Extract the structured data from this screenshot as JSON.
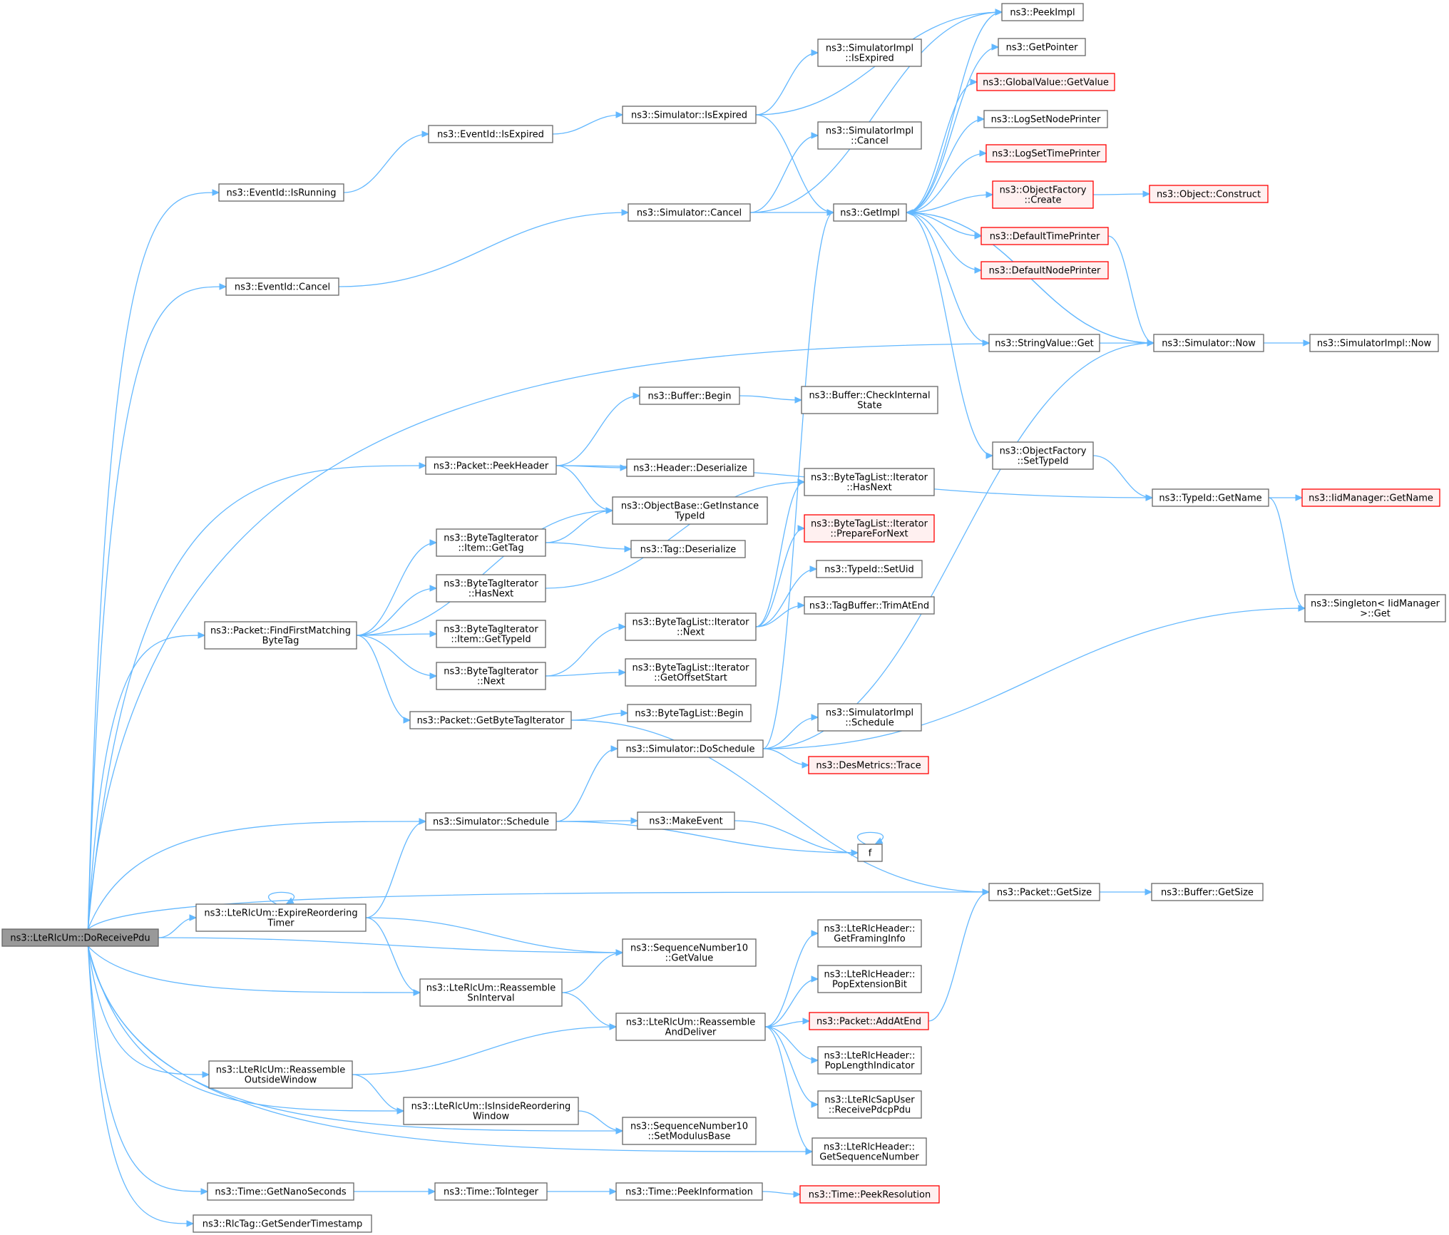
{
  "diagram": {
    "type": "call-graph",
    "colors": {
      "edge": "#63b8ff",
      "node_border": "#666666",
      "root_fill": "#999999",
      "warning_border": "#ff0000",
      "warning_fill": "#fff0f0"
    },
    "nodes": [
      {
        "id": "root",
        "lines": [
          "ns3::LteRlcUm::DoReceivePdu"
        ],
        "style": "root"
      },
      {
        "id": "evIsRunning",
        "lines": [
          "ns3::EventId::IsRunning"
        ]
      },
      {
        "id": "evIsExpired",
        "lines": [
          "ns3::EventId::IsExpired"
        ]
      },
      {
        "id": "simIsExpired",
        "lines": [
          "ns3::Simulator::IsExpired"
        ]
      },
      {
        "id": "simImplIsExpired",
        "lines": [
          "ns3::SimulatorImpl",
          "::IsExpired"
        ]
      },
      {
        "id": "peekImpl",
        "lines": [
          "ns3::PeekImpl"
        ]
      },
      {
        "id": "getPointer",
        "lines": [
          "ns3::GetPointer"
        ]
      },
      {
        "id": "gvGetValue",
        "lines": [
          "ns3::GlobalValue::GetValue"
        ],
        "style": "red"
      },
      {
        "id": "logNode",
        "lines": [
          "ns3::LogSetNodePrinter"
        ]
      },
      {
        "id": "logTime",
        "lines": [
          "ns3::LogSetTimePrinter"
        ],
        "style": "red"
      },
      {
        "id": "ofCreate",
        "lines": [
          "ns3::ObjectFactory",
          "::Create"
        ],
        "style": "red"
      },
      {
        "id": "objConstruct",
        "lines": [
          "ns3::Object::Construct"
        ],
        "style": "red"
      },
      {
        "id": "getImpl",
        "lines": [
          "ns3::GetImpl"
        ]
      },
      {
        "id": "simImplCancel",
        "lines": [
          "ns3::SimulatorImpl",
          "::Cancel"
        ]
      },
      {
        "id": "simCancel",
        "lines": [
          "ns3::Simulator::Cancel"
        ]
      },
      {
        "id": "evCancel",
        "lines": [
          "ns3::EventId::Cancel"
        ]
      },
      {
        "id": "defTime",
        "lines": [
          "ns3::DefaultTimePrinter"
        ],
        "style": "red"
      },
      {
        "id": "defNode",
        "lines": [
          "ns3::DefaultNodePrinter"
        ],
        "style": "red"
      },
      {
        "id": "strGet",
        "lines": [
          "ns3::StringValue::Get"
        ]
      },
      {
        "id": "simNow",
        "lines": [
          "ns3::Simulator::Now"
        ]
      },
      {
        "id": "simImplNow",
        "lines": [
          "ns3::SimulatorImpl::Now"
        ]
      },
      {
        "id": "bufBegin",
        "lines": [
          "ns3::Buffer::Begin"
        ]
      },
      {
        "id": "bufCheck",
        "lines": [
          "ns3::Buffer::CheckInternal",
          "State"
        ]
      },
      {
        "id": "pktPeekHeader",
        "lines": [
          "ns3::Packet::PeekHeader"
        ]
      },
      {
        "id": "hdrDeser",
        "lines": [
          "ns3::Header::Deserialize"
        ]
      },
      {
        "id": "ofSetTypeId",
        "lines": [
          "ns3::ObjectFactory",
          "::SetTypeId"
        ]
      },
      {
        "id": "typeIdGetName",
        "lines": [
          "ns3::TypeId::GetName"
        ]
      },
      {
        "id": "iidGetName",
        "lines": [
          "ns3::IidManager::GetName"
        ],
        "style": "red"
      },
      {
        "id": "objBaseGet",
        "lines": [
          "ns3::ObjectBase::GetInstance",
          "TypeId"
        ]
      },
      {
        "id": "btlHasNext",
        "lines": [
          "ns3::ByteTagList::Iterator",
          "::HasNext"
        ]
      },
      {
        "id": "btiItemGetTag",
        "lines": [
          "ns3::ByteTagIterator",
          "::Item::GetTag"
        ]
      },
      {
        "id": "tagDeser",
        "lines": [
          "ns3::Tag::Deserialize"
        ]
      },
      {
        "id": "btlPrepare",
        "lines": [
          "ns3::ByteTagList::Iterator",
          "::PrepareForNext"
        ],
        "style": "red"
      },
      {
        "id": "btiHasNext",
        "lines": [
          "ns3::ByteTagIterator",
          "::HasNext"
        ]
      },
      {
        "id": "typeIdSetUid",
        "lines": [
          "ns3::TypeId::SetUid"
        ]
      },
      {
        "id": "singletonGet",
        "lines": [
          "ns3::Singleton< IidManager",
          ">::Get"
        ]
      },
      {
        "id": "pktFindFirst",
        "lines": [
          "ns3::Packet::FindFirstMatching",
          "ByteTag"
        ]
      },
      {
        "id": "btlNext",
        "lines": [
          "ns3::ByteTagList::Iterator",
          "::Next"
        ]
      },
      {
        "id": "tagBufTrim",
        "lines": [
          "ns3::TagBuffer::TrimAtEnd"
        ]
      },
      {
        "id": "btiItemGetTypeId",
        "lines": [
          "ns3::ByteTagIterator",
          "::Item::GetTypeId"
        ]
      },
      {
        "id": "btiNext",
        "lines": [
          "ns3::ByteTagIterator",
          "::Next"
        ]
      },
      {
        "id": "btlGetOffset",
        "lines": [
          "ns3::ByteTagList::Iterator",
          "::GetOffsetStart"
        ]
      },
      {
        "id": "pktGetBTI",
        "lines": [
          "ns3::Packet::GetByteTagIterator"
        ]
      },
      {
        "id": "btlBegin",
        "lines": [
          "ns3::ByteTagList::Begin"
        ]
      },
      {
        "id": "simImplSchedule",
        "lines": [
          "ns3::SimulatorImpl",
          "::Schedule"
        ]
      },
      {
        "id": "simDoSchedule",
        "lines": [
          "ns3::Simulator::DoSchedule"
        ]
      },
      {
        "id": "desTrace",
        "lines": [
          "ns3::DesMetrics::Trace"
        ],
        "style": "red"
      },
      {
        "id": "simSchedule",
        "lines": [
          "ns3::Simulator::Schedule"
        ]
      },
      {
        "id": "makeEvent",
        "lines": [
          "ns3::MakeEvent"
        ]
      },
      {
        "id": "f",
        "lines": [
          "f"
        ]
      },
      {
        "id": "pktGetSize",
        "lines": [
          "ns3::Packet::GetSize"
        ]
      },
      {
        "id": "bufGetSize",
        "lines": [
          "ns3::Buffer::GetSize"
        ]
      },
      {
        "id": "expireReorder",
        "lines": [
          "ns3::LteRlcUm::ExpireReordering",
          "Timer"
        ]
      },
      {
        "id": "seqGetValue",
        "lines": [
          "ns3::SequenceNumber10",
          "::GetValue"
        ]
      },
      {
        "id": "hdrGetFraming",
        "lines": [
          "ns3::LteRlcHeader::",
          "GetFramingInfo"
        ]
      },
      {
        "id": "reassSn",
        "lines": [
          "ns3::LteRlcUm::Reassemble",
          "SnInterval"
        ]
      },
      {
        "id": "hdrPopExt",
        "lines": [
          "ns3::LteRlcHeader::",
          "PopExtensionBit"
        ]
      },
      {
        "id": "reassDeliver",
        "lines": [
          "ns3::LteRlcUm::Reassemble",
          "AndDeliver"
        ]
      },
      {
        "id": "pktAddAtEnd",
        "lines": [
          "ns3::Packet::AddAtEnd"
        ],
        "style": "red"
      },
      {
        "id": "reassOutside",
        "lines": [
          "ns3::LteRlcUm::Reassemble",
          "OutsideWindow"
        ]
      },
      {
        "id": "hdrPopLen",
        "lines": [
          "ns3::LteRlcHeader::",
          "PopLengthIndicator"
        ]
      },
      {
        "id": "sapReceive",
        "lines": [
          "ns3::LteRlcSapUser",
          "::ReceivePdcpPdu"
        ]
      },
      {
        "id": "isInside",
        "lines": [
          "ns3::LteRlcUm::IsInsideReordering",
          "Window"
        ]
      },
      {
        "id": "seqSetMod",
        "lines": [
          "ns3::SequenceNumber10",
          "::SetModulusBase"
        ]
      },
      {
        "id": "hdrGetSeq",
        "lines": [
          "ns3::LteRlcHeader::",
          "GetSequenceNumber"
        ]
      },
      {
        "id": "timeNano",
        "lines": [
          "ns3::Time::GetNanoSeconds"
        ]
      },
      {
        "id": "timeToInt",
        "lines": [
          "ns3::Time::ToInteger"
        ]
      },
      {
        "id": "timePeekInfo",
        "lines": [
          "ns3::Time::PeekInformation"
        ]
      },
      {
        "id": "timePeekRes",
        "lines": [
          "ns3::Time::PeekResolution"
        ],
        "style": "red"
      },
      {
        "id": "rlcTagGet",
        "lines": [
          "ns3::RlcTag::GetSenderTimestamp"
        ]
      }
    ],
    "edges": [
      [
        "root",
        "evIsRunning"
      ],
      [
        "root",
        "evCancel"
      ],
      [
        "root",
        "simNow"
      ],
      [
        "root",
        "pktPeekHeader"
      ],
      [
        "root",
        "pktFindFirst"
      ],
      [
        "root",
        "simSchedule"
      ],
      [
        "root",
        "pktGetSize"
      ],
      [
        "root",
        "expireReorder"
      ],
      [
        "root",
        "seqGetValue"
      ],
      [
        "root",
        "reassSn"
      ],
      [
        "root",
        "reassOutside"
      ],
      [
        "root",
        "isInside"
      ],
      [
        "root",
        "seqSetMod"
      ],
      [
        "root",
        "hdrGetSeq"
      ],
      [
        "root",
        "timeNano"
      ],
      [
        "root",
        "rlcTagGet"
      ],
      [
        "evIsRunning",
        "evIsExpired"
      ],
      [
        "evIsExpired",
        "simIsExpired"
      ],
      [
        "simIsExpired",
        "simImplIsExpired"
      ],
      [
        "simIsExpired",
        "peekImpl"
      ],
      [
        "simIsExpired",
        "getImpl"
      ],
      [
        "evCancel",
        "simCancel"
      ],
      [
        "simCancel",
        "simImplCancel"
      ],
      [
        "simCancel",
        "peekImpl"
      ],
      [
        "simCancel",
        "getImpl"
      ],
      [
        "getImpl",
        "peekImpl"
      ],
      [
        "getImpl",
        "getPointer"
      ],
      [
        "getImpl",
        "gvGetValue"
      ],
      [
        "getImpl",
        "logNode"
      ],
      [
        "getImpl",
        "logTime"
      ],
      [
        "getImpl",
        "ofCreate"
      ],
      [
        "getImpl",
        "defTime"
      ],
      [
        "getImpl",
        "defNode"
      ],
      [
        "getImpl",
        "strGet"
      ],
      [
        "getImpl",
        "ofSetTypeId"
      ],
      [
        "getImpl",
        "simNow"
      ],
      [
        "ofCreate",
        "objConstruct"
      ],
      [
        "defTime",
        "simNow"
      ],
      [
        "simNow",
        "getImpl"
      ],
      [
        "simNow",
        "simImplNow"
      ],
      [
        "ofSetTypeId",
        "typeIdGetName"
      ],
      [
        "typeIdGetName",
        "iidGetName"
      ],
      [
        "typeIdGetName",
        "singletonGet"
      ],
      [
        "pktPeekHeader",
        "bufBegin"
      ],
      [
        "pktPeekHeader",
        "hdrDeser"
      ],
      [
        "pktPeekHeader",
        "objBaseGet"
      ],
      [
        "pktPeekHeader",
        "typeIdGetName"
      ],
      [
        "bufBegin",
        "bufCheck"
      ],
      [
        "pktFindFirst",
        "objBaseGet"
      ],
      [
        "pktFindFirst",
        "btiItemGetTag"
      ],
      [
        "pktFindFirst",
        "btiHasNext"
      ],
      [
        "pktFindFirst",
        "btiItemGetTypeId"
      ],
      [
        "pktFindFirst",
        "btiNext"
      ],
      [
        "pktFindFirst",
        "pktGetBTI"
      ],
      [
        "btiItemGetTag",
        "objBaseGet"
      ],
      [
        "btiItemGetTag",
        "tagDeser"
      ],
      [
        "btiHasNext",
        "btlHasNext"
      ],
      [
        "btiNext",
        "btlNext"
      ],
      [
        "btiNext",
        "btlGetOffset"
      ],
      [
        "btlNext",
        "btlHasNext"
      ],
      [
        "btlNext",
        "btlPrepare"
      ],
      [
        "btlNext",
        "typeIdSetUid"
      ],
      [
        "btlNext",
        "tagBufTrim"
      ],
      [
        "pktGetBTI",
        "btlBegin"
      ],
      [
        "pktGetBTI",
        "pktGetSize"
      ],
      [
        "simSchedule",
        "simDoSchedule"
      ],
      [
        "simSchedule",
        "makeEvent"
      ],
      [
        "simSchedule",
        "f"
      ],
      [
        "makeEvent",
        "f"
      ],
      [
        "f",
        "f"
      ],
      [
        "simDoSchedule",
        "getImpl"
      ],
      [
        "simDoSchedule",
        "simNow"
      ],
      [
        "simDoSchedule",
        "singletonGet"
      ],
      [
        "simDoSchedule",
        "simImplSchedule"
      ],
      [
        "simDoSchedule",
        "desTrace"
      ],
      [
        "pktGetSize",
        "bufGetSize"
      ],
      [
        "expireReorder",
        "expireReorder"
      ],
      [
        "expireReorder",
        "simSchedule"
      ],
      [
        "expireReorder",
        "seqGetValue"
      ],
      [
        "expireReorder",
        "reassSn"
      ],
      [
        "reassSn",
        "seqGetValue"
      ],
      [
        "reassSn",
        "reassDeliver"
      ],
      [
        "reassDeliver",
        "hdrGetFraming"
      ],
      [
        "reassDeliver",
        "hdrPopExt"
      ],
      [
        "reassDeliver",
        "pktAddAtEnd"
      ],
      [
        "reassDeliver",
        "hdrPopLen"
      ],
      [
        "reassDeliver",
        "sapReceive"
      ],
      [
        "reassDeliver",
        "hdrGetSeq"
      ],
      [
        "pktAddAtEnd",
        "pktGetSize"
      ],
      [
        "reassOutside",
        "reassDeliver"
      ],
      [
        "reassOutside",
        "isInside"
      ],
      [
        "isInside",
        "seqSetMod"
      ],
      [
        "timeNano",
        "timeToInt"
      ],
      [
        "timeToInt",
        "timePeekInfo"
      ],
      [
        "timePeekInfo",
        "timePeekRes"
      ]
    ]
  }
}
